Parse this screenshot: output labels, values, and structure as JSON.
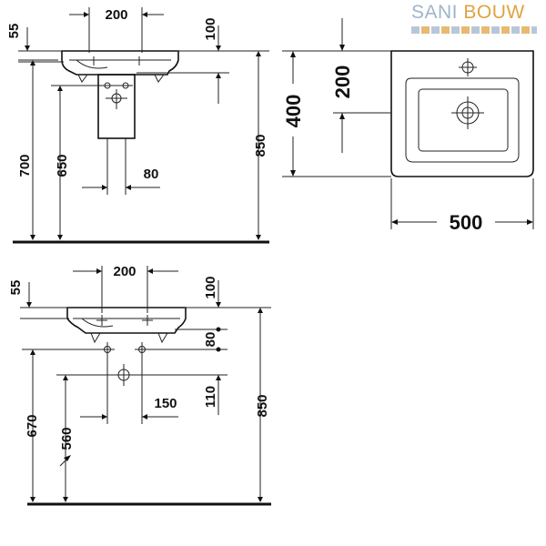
{
  "logo": {
    "word1": "SANI",
    "word2": "BOUW"
  },
  "top_side_view": {
    "width_top": "200",
    "top_depth": "55",
    "top_right": "100",
    "height_700": "700",
    "height_650": "650",
    "height_850": "850",
    "pipe_80": "80"
  },
  "plan_view": {
    "depth_total": "400",
    "depth_bowl": "200",
    "width": "500"
  },
  "bottom_side_view": {
    "width_top": "200",
    "top_depth": "55",
    "top_right": "100",
    "valve_spacing": "80",
    "drain_offset": "110",
    "height_670": "670",
    "height_560": "560",
    "height_850": "850",
    "drain_150": "150"
  }
}
